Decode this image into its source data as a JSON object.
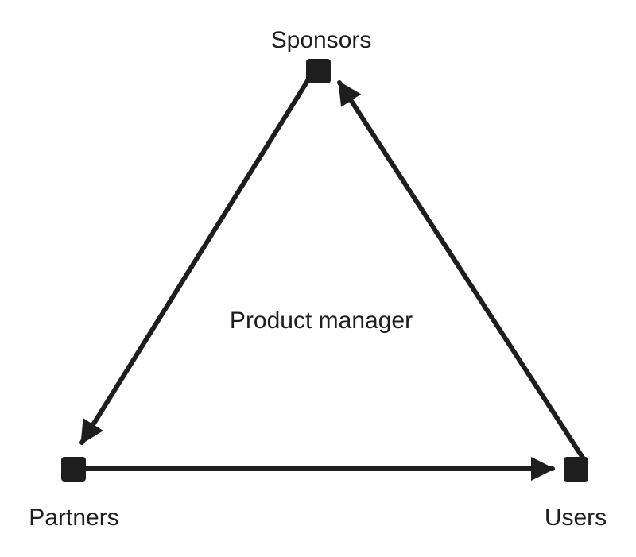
{
  "colors": {
    "stroke": "#1e1e1e",
    "background": "#ffffff",
    "text": "#1e1e1e"
  },
  "nodes": {
    "sponsors": {
      "label": "Sponsors"
    },
    "partners": {
      "label": "Partners"
    },
    "users": {
      "label": "Users"
    }
  },
  "center": {
    "label": "Product manager"
  },
  "edges": [
    {
      "from": "sponsors",
      "to": "partners"
    },
    {
      "from": "partners",
      "to": "users"
    },
    {
      "from": "users",
      "to": "sponsors"
    }
  ]
}
